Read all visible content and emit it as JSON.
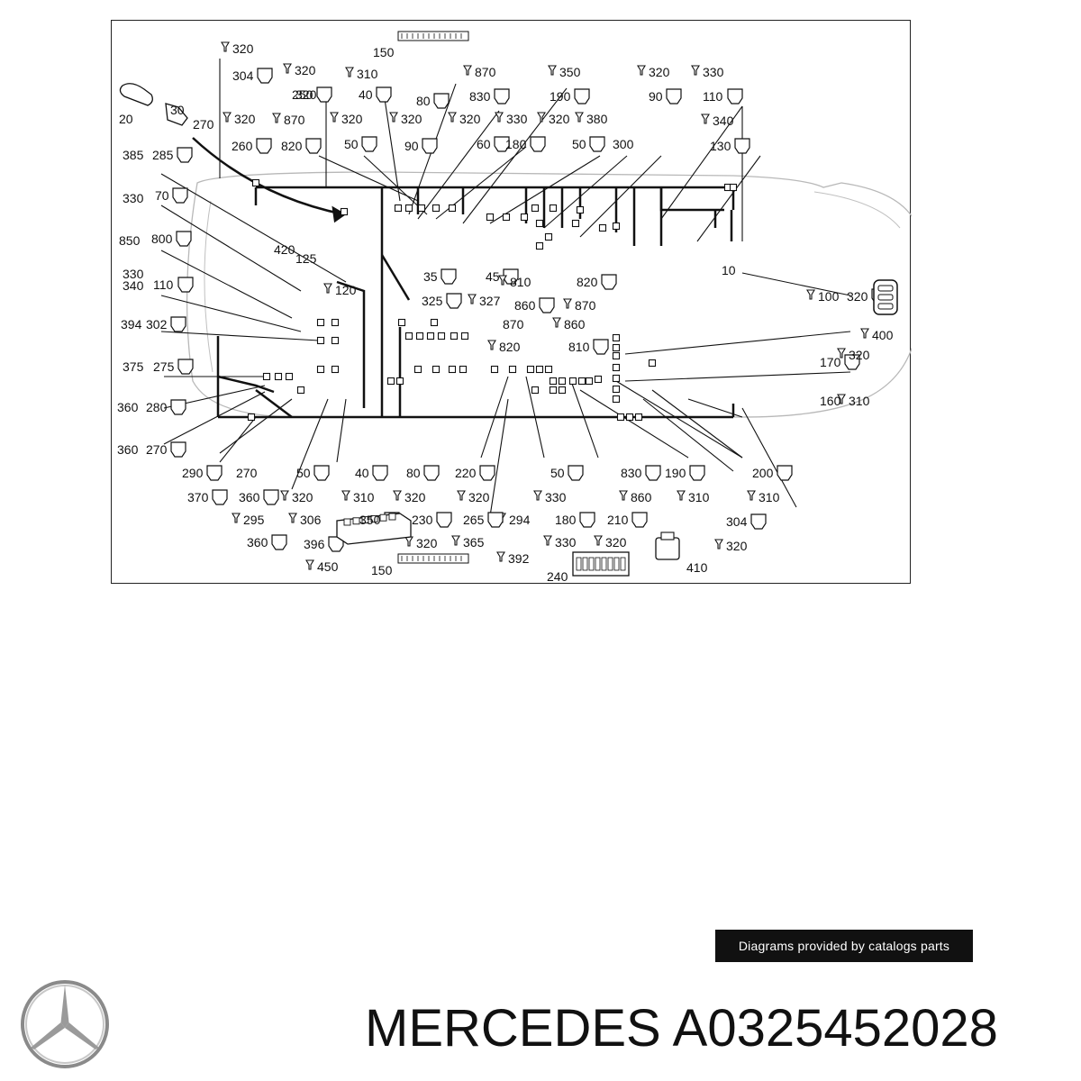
{
  "footer": {
    "credit": "Diagrams provided by catalogs parts",
    "title": "MERCEDES A0325452028",
    "logo_icon": "mercedes-star-icon"
  },
  "diagram": {
    "labels": [
      "320",
      "304",
      "150",
      "310",
      "320",
      "870",
      "350",
      "320",
      "330",
      "320",
      "250",
      "40",
      "80",
      "830",
      "190",
      "90",
      "110",
      "20",
      "30",
      "270",
      "320",
      "870",
      "320",
      "320",
      "320",
      "330",
      "320",
      "380",
      "340",
      "260",
      "820",
      "50",
      "90",
      "60",
      "180",
      "50",
      "300",
      "130",
      "385",
      "285",
      "330",
      "70",
      "850",
      "800",
      "330",
      "340",
      "110",
      "394",
      "302",
      "375",
      "275",
      "360",
      "280",
      "360",
      "270",
      "420",
      "10",
      "125",
      "120",
      "35",
      "45",
      "325",
      "327",
      "810",
      "820",
      "860",
      "870",
      "100",
      "320",
      "400",
      "870",
      "860",
      "820",
      "810",
      "170",
      "320",
      "160",
      "310",
      "290",
      "270",
      "50",
      "40",
      "80",
      "220",
      "50",
      "830",
      "190",
      "200",
      "370",
      "360",
      "320",
      "310",
      "320",
      "320",
      "330",
      "860",
      "310",
      "310",
      "295",
      "306",
      "350",
      "230",
      "294",
      "265",
      "180",
      "210",
      "304",
      "360",
      "396",
      "320",
      "365",
      "330",
      "320",
      "320",
      "392",
      "450",
      "150",
      "240",
      "410"
    ]
  }
}
